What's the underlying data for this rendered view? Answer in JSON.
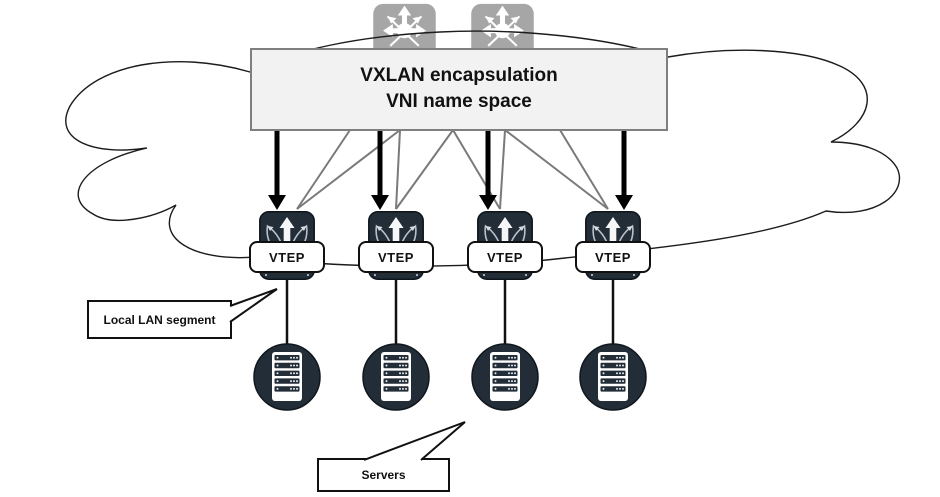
{
  "diagram": {
    "type": "network-diagram",
    "title_line1": "VXLAN encapsulation",
    "title_line2": "VNI name space",
    "vteps": [
      {
        "label": "VTEP"
      },
      {
        "label": "VTEP"
      },
      {
        "label": "VTEP"
      },
      {
        "label": "VTEP"
      }
    ],
    "callouts": {
      "local_lan_segment": "Local LAN segment",
      "servers": "Servers"
    },
    "icons": {
      "top_devices": [
        "router-icon",
        "router-icon"
      ],
      "vtep_device": "switch-icon",
      "endpoint": "server-icon",
      "container": "cloud-outline"
    },
    "colors": {
      "dark_node": "#232d38",
      "box_fill": "#f2f2f2",
      "box_border": "#7f7f7f",
      "mesh_line_gray": "#7a7a7a",
      "router_gray": "#a6a6a6",
      "ink": "#111111"
    }
  }
}
